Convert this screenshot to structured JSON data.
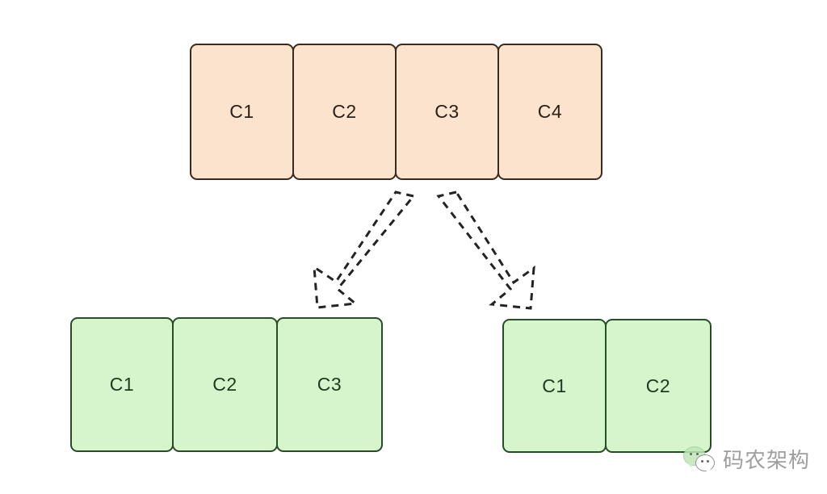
{
  "diagram": {
    "type": "partition-split-diagram",
    "background_color": "#ffffff",
    "source_group": {
      "name": "original-partition-set",
      "fill_color": "#fbe3cd",
      "border_color": "#3b2a1e",
      "text_color": "#2e2017",
      "cells": [
        {
          "label": "C1"
        },
        {
          "label": "C2"
        },
        {
          "label": "C3"
        },
        {
          "label": "C4"
        }
      ]
    },
    "target_groups": [
      {
        "name": "split-group-left",
        "fill_color": "#d6f5cd",
        "border_color": "#274d27",
        "text_color": "#1d3a1d",
        "cells": [
          {
            "label": "C1"
          },
          {
            "label": "C2"
          },
          {
            "label": "C3"
          }
        ]
      },
      {
        "name": "split-group-right",
        "fill_color": "#d6f5cd",
        "border_color": "#274d27",
        "text_color": "#1d3a1d",
        "cells": [
          {
            "label": "C1"
          },
          {
            "label": "C2"
          }
        ]
      }
    ],
    "arrows": [
      {
        "name": "arrow-to-left-group",
        "style": "dashed-outline-block-arrow",
        "color": "#232323",
        "direction": "down-left"
      },
      {
        "name": "arrow-to-right-group",
        "style": "dashed-outline-block-arrow",
        "color": "#232323",
        "direction": "down-right"
      }
    ]
  },
  "watermark": {
    "logo": "wechat-logo",
    "text": "码农架构",
    "text_color": "#8e8e8e",
    "logo_color": "#bfe6b8"
  }
}
